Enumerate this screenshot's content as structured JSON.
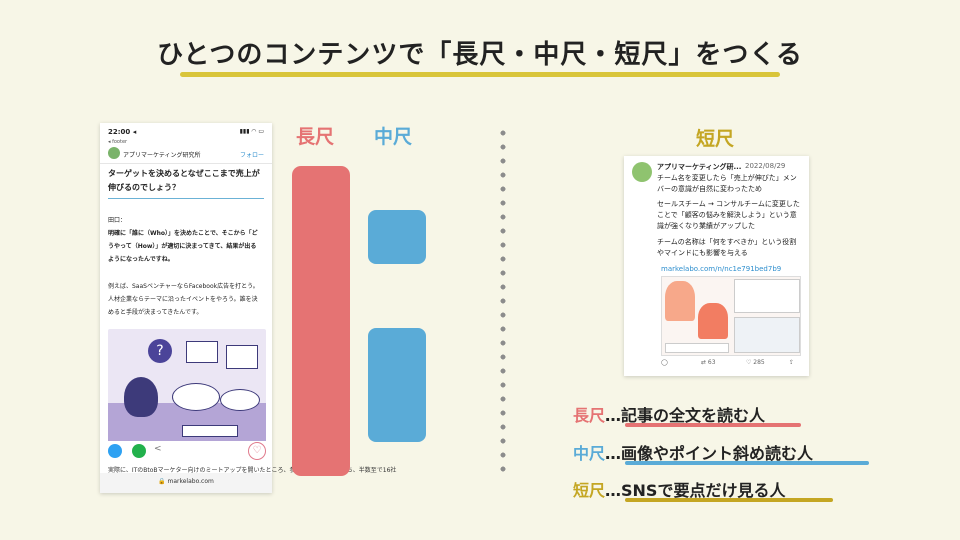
{
  "title": "ひとつのコンテンツで「長尺・中尺・短尺」をつくる",
  "labels": {
    "long": "長尺",
    "mid": "中尺",
    "short": "短尺"
  },
  "phone": {
    "time": "22:00 ◂",
    "status_icons": "▮▮▮ ◠ ▭",
    "back": "◂ footer",
    "account": "アプリマーケティング研究所",
    "follow": "フォロー",
    "heading": "ターゲットを決めるとなぜここまで売上が伸びるのでしょう？",
    "speaker": "田口：",
    "para1": "明確に「誰に（Who）」を決めたことで、そこから「どうやって（How）」が適切に決まってきて、結果が出るようになったんですね。",
    "para2": "例えば、SaaSベンチャーならFacebook広告を打とう。人材企業ならテーマに沿ったイベントをやろう。誰を決めると手段が決まってきたんです。",
    "tail": "実際に、ITのBtoBマーケター向けのミートアップを開いたところ、参加者20名18社のうち、半数至で16社",
    "url": "🔒 markelabo.com"
  },
  "tweet": {
    "name": "アプリマーケティング研...",
    "date": "2022/08/29",
    "p1": "チーム名を変更したら「売上が伸びた」メンバーの意識が自然に変わったため",
    "p2": "セールスチーム → コンサルチームに変更したことで「顧客の悩みを解決しよう」という意識が強くなり業績がアップした",
    "p3": "チームの名称は「何をすべきか」という役割やマインドにも影響を与える",
    "link": "markelabo.com/n/nc1e791bed7b9",
    "actions": {
      "reply": "◯",
      "retweet": "⇄ 63",
      "like": "♡ 285",
      "share": "⇪"
    }
  },
  "legend": [
    {
      "key": "長尺",
      "desc": "…記事の全文を読む人"
    },
    {
      "key": "中尺",
      "desc": "…画像やポイント斜め読む人"
    },
    {
      "key": "短尺",
      "desc": "…SNSで要点だけ見る人"
    }
  ],
  "colors": {
    "long": "#e57373",
    "mid": "#5aabd7",
    "short": "#c4a623",
    "background": "#f7f6e7",
    "underline": "#d9c53a"
  }
}
